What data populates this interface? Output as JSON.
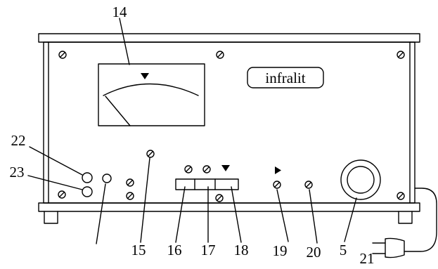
{
  "diagram": {
    "brand_label": "infralit",
    "callouts": {
      "meter": "14",
      "c15": "15",
      "c16": "16",
      "c17": "17",
      "c18": "18",
      "c19": "19",
      "c20": "20",
      "c5": "5",
      "plug": "21",
      "c22": "22",
      "c23": "23"
    },
    "meter_indicator_icon": "down-triangle-icon",
    "switch_indicator_icon": "down-triangle-icon",
    "knob_indicator_icon": "right-triangle-icon",
    "stroke_color": "#000000",
    "background_color": "#ffffff"
  }
}
